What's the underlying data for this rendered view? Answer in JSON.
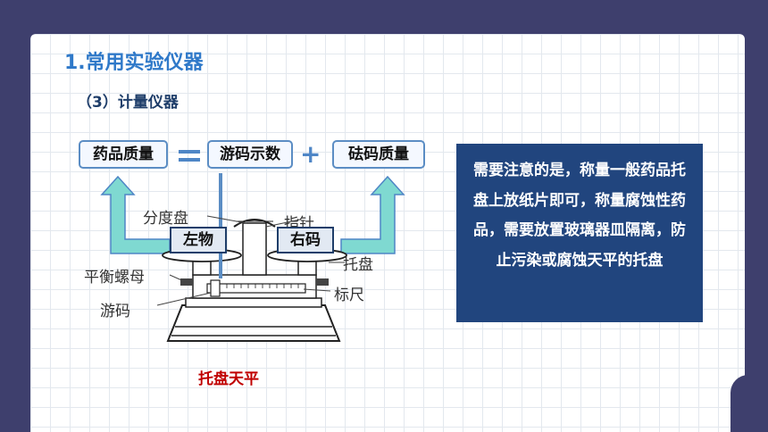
{
  "heading": "1.常用实验仪器",
  "subheading": "（3）计量仪器",
  "formula": {
    "term1": "药品质量",
    "term2": "游码示数",
    "term3": "砝码质量"
  },
  "pans": {
    "left": "左物",
    "right": "右码"
  },
  "diagram_labels": {
    "dial": "分度盘",
    "pointer": "指针",
    "pan": "托盘",
    "nut": "平衡螺母",
    "rider": "游码",
    "beam": "标尺"
  },
  "note": "需要注意的是，称量一般药品托盘上放纸片即可，称量腐蚀性药品，需要放置玻璃器皿隔离，防止污染或腐蚀天平的托盘",
  "caption": "托盘天平",
  "colors": {
    "background": "#3e3f6d",
    "title": "#2f79c9",
    "note_bg": "#21457e",
    "caption": "#c00000"
  }
}
